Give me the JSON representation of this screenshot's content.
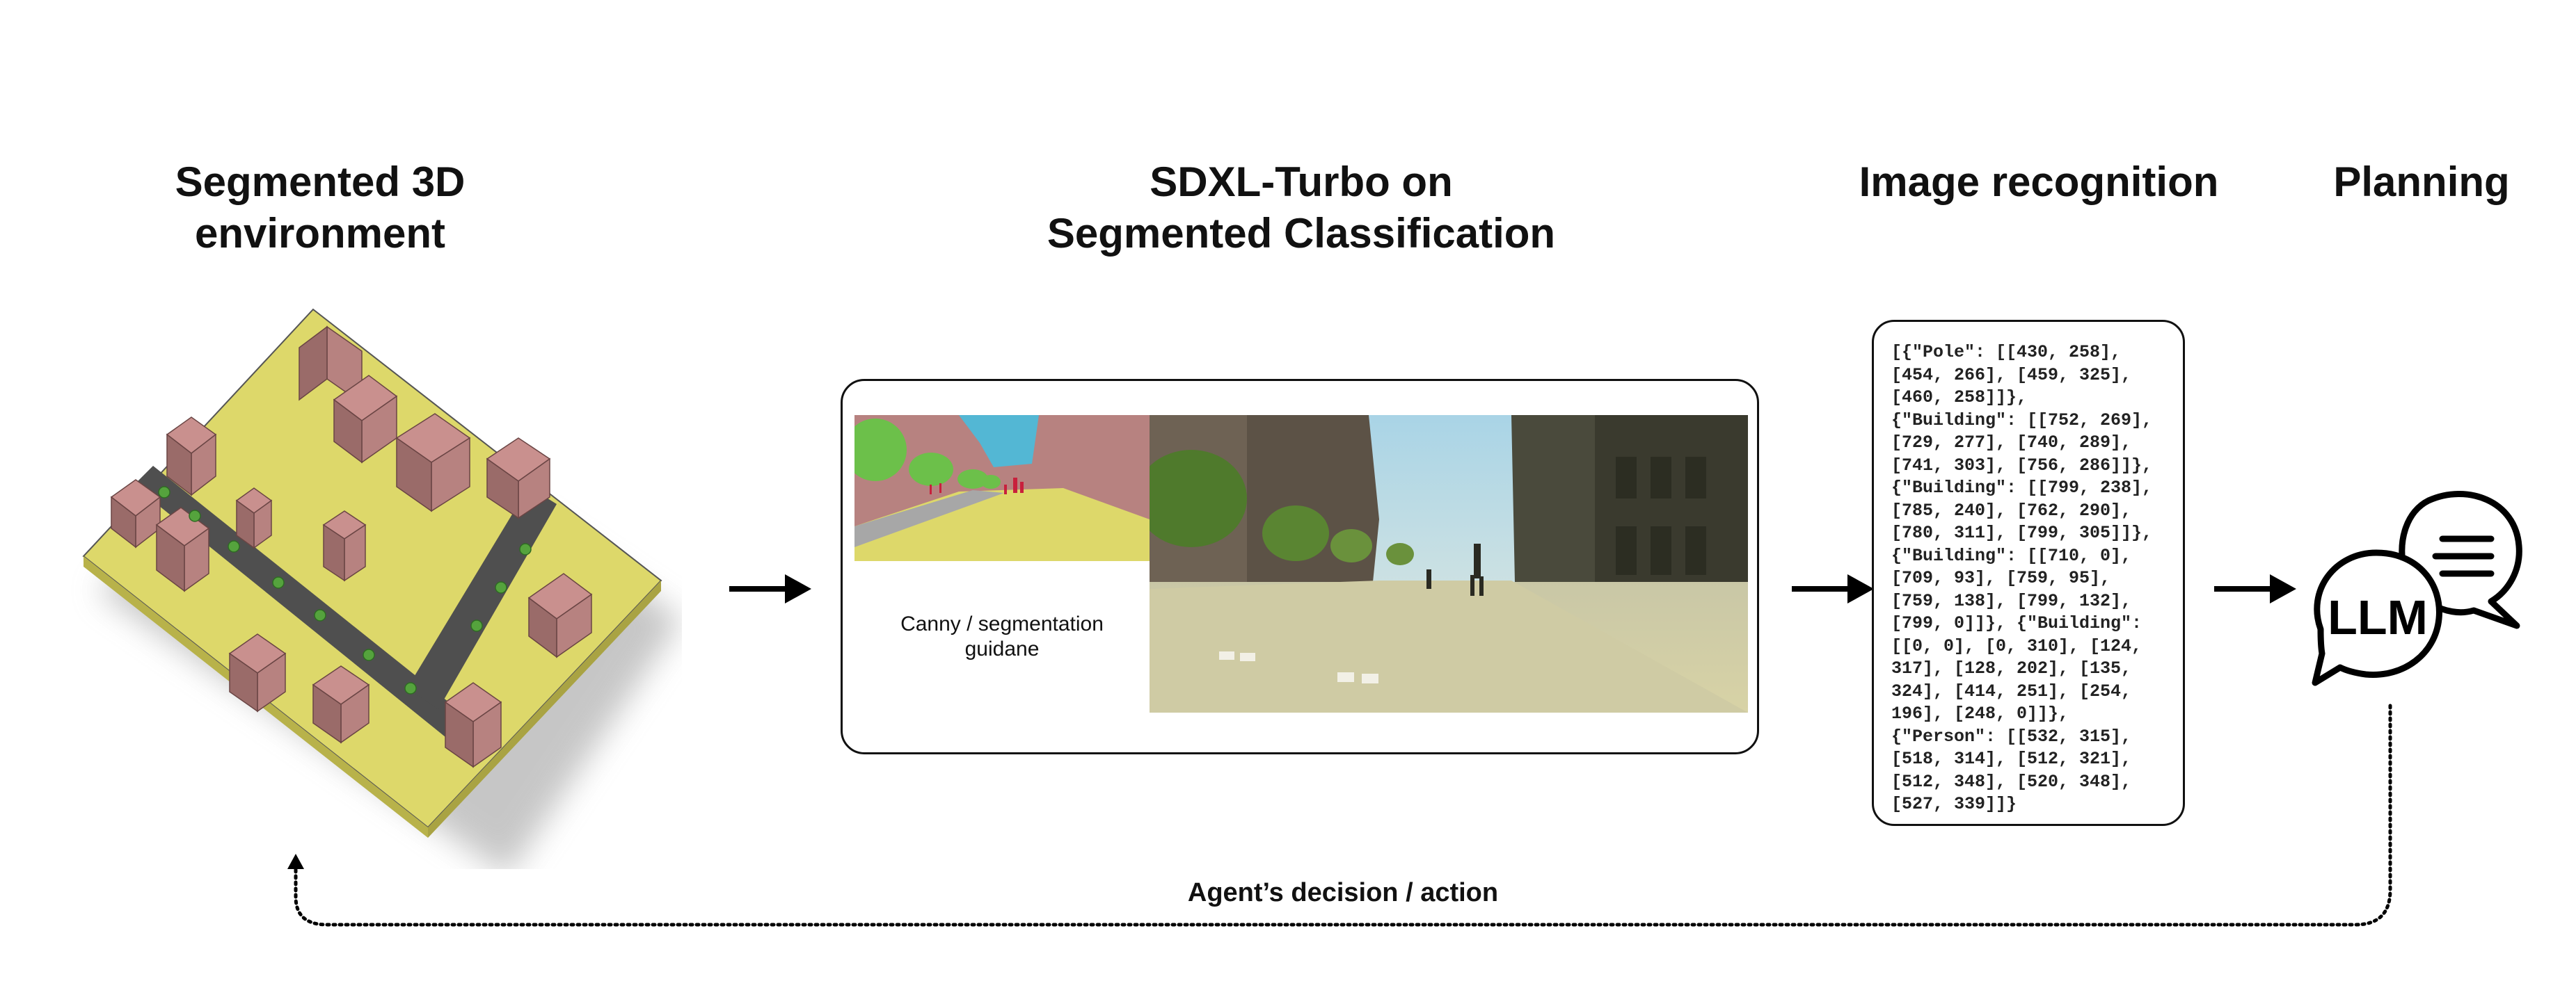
{
  "stages": {
    "environment": {
      "title_line1": "Segmented 3D",
      "title_line2": "environment"
    },
    "generation": {
      "title_line1": "SDXL-Turbo on",
      "title_line2": "Segmented Classification",
      "guidance_caption_line1": "Canny / segmentation",
      "guidance_caption_line2": "guidane"
    },
    "recognition": {
      "title": "Image recognition"
    },
    "planning": {
      "title": "Planning",
      "bubble_label": "LLM"
    }
  },
  "recognition_output": {
    "lines": [
      "[{\"Pole\": [[430, 258],",
      "[454, 266], [459, 325],",
      "[460, 258]]},",
      "{\"Building\": [[752, 269],",
      "[729, 277], [740, 289],",
      "[741, 303], [756, 286]]},",
      "{\"Building\": [[799, 238],",
      "[785, 240], [762, 290],",
      "[780, 311], [799, 305]]},",
      "{\"Building\": [[710, 0],",
      "[709, 93], [759, 95],",
      "[759, 138], [799, 132],",
      "[799, 0]]}, {\"Building\":",
      "[[0, 0], [0, 310], [124,",
      "317], [128, 202], [135,",
      "324], [414, 251], [254,",
      "196], [248, 0]]},",
      "{\"Person\": [[532, 315],",
      "[518, 314], [512, 321],",
      "[512, 348], [520, 348],",
      "[527, 339]]}"
    ]
  },
  "feedback": {
    "label": "Agent’s decision / action"
  },
  "colors": {
    "ground": "#ddd86a",
    "building": "#b78280",
    "road": "#4f4f4f",
    "tree": "#55a33d",
    "sky_seg": "#53b7d4",
    "veg_seg": "#6cc04a"
  }
}
